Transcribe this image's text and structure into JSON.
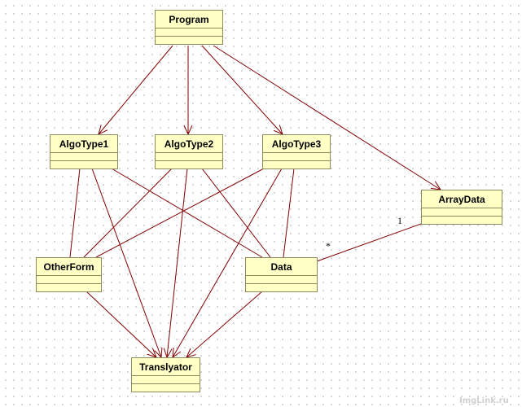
{
  "diagram": {
    "type": "uml-class-diagram",
    "colors": {
      "box_fill": "#ffffc6",
      "box_stroke": "#8a8a5c",
      "edge": "#800000"
    },
    "classes": [
      {
        "id": "program",
        "name": "Program"
      },
      {
        "id": "algotype1",
        "name": "AlgoType1"
      },
      {
        "id": "algotype2",
        "name": "AlgoType2"
      },
      {
        "id": "algotype3",
        "name": "AlgoType3"
      },
      {
        "id": "arraydata",
        "name": "ArrayData"
      },
      {
        "id": "otherform",
        "name": "OtherForm"
      },
      {
        "id": "data",
        "name": "Data"
      },
      {
        "id": "translyator",
        "name": "Translyator"
      }
    ],
    "relations": [
      {
        "from": "program",
        "to": "algotype1",
        "kind": "navigable"
      },
      {
        "from": "program",
        "to": "algotype2",
        "kind": "navigable"
      },
      {
        "from": "program",
        "to": "algotype3",
        "kind": "navigable"
      },
      {
        "from": "program",
        "to": "arraydata",
        "kind": "navigable"
      },
      {
        "from": "algotype1",
        "to": "otherform",
        "kind": "plain"
      },
      {
        "from": "algotype1",
        "to": "translyator",
        "kind": "navigable"
      },
      {
        "from": "algotype1",
        "to": "data",
        "kind": "plain"
      },
      {
        "from": "algotype2",
        "to": "otherform",
        "kind": "plain"
      },
      {
        "from": "algotype2",
        "to": "translyator",
        "kind": "navigable"
      },
      {
        "from": "algotype2",
        "to": "data",
        "kind": "plain"
      },
      {
        "from": "algotype3",
        "to": "otherform",
        "kind": "plain"
      },
      {
        "from": "algotype3",
        "to": "translyator",
        "kind": "navigable"
      },
      {
        "from": "algotype3",
        "to": "data",
        "kind": "plain"
      },
      {
        "from": "otherform",
        "to": "translyator",
        "kind": "navigable"
      },
      {
        "from": "data",
        "to": "translyator",
        "kind": "navigable"
      },
      {
        "from": "arraydata",
        "to": "data",
        "kind": "plain",
        "from_multiplicity": "1",
        "to_multiplicity": "*"
      }
    ]
  },
  "watermark": "ImgLink.ru"
}
